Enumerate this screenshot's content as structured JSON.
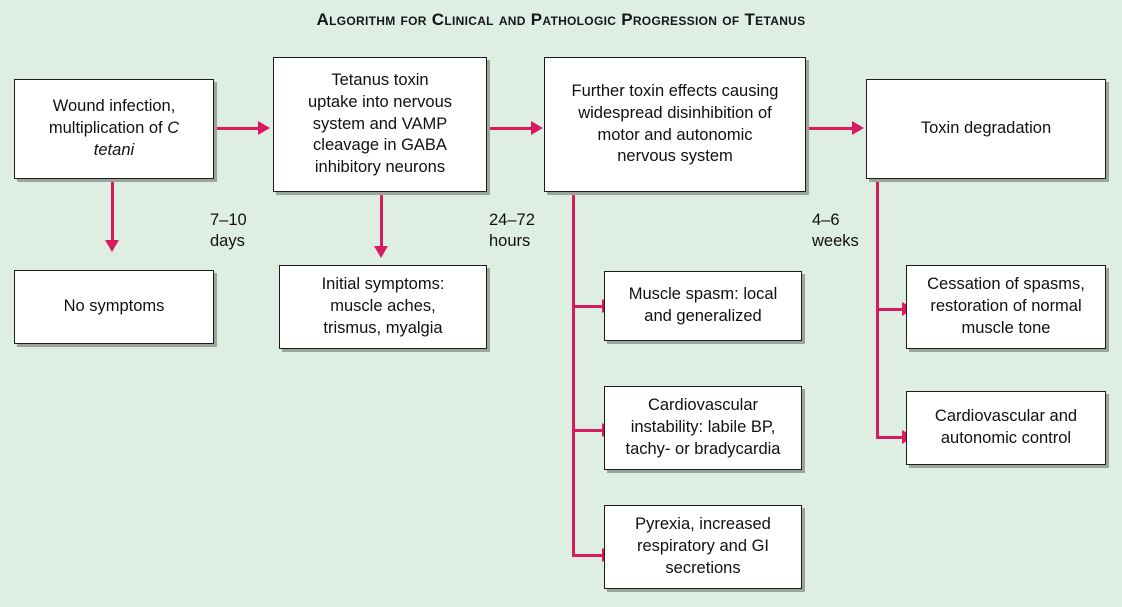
{
  "title": "Algorithm for Clinical and Pathologic Progression of Tetanus",
  "theme": {
    "background": "#dfeee2",
    "box_fill": "#ffffff",
    "box_border": "#1c1c1c",
    "box_shadow": "#9aa59c",
    "arrow_color": "#d81b5e",
    "text_color": "#101010"
  },
  "boxes": {
    "wound_infection": {
      "line1": "Wound infection,",
      "line2": "multiplication of ",
      "line2_italic": "C",
      "line3_italic": "tetani"
    },
    "no_symptoms": {
      "text": "No symptoms"
    },
    "tetanus_toxin": {
      "line1": "Tetanus toxin",
      "line2": "uptake into nervous",
      "line3": "system and VAMP",
      "line4": "cleavage in GABA",
      "line5": "inhibitory neurons"
    },
    "initial_symptoms": {
      "line1": "Initial symptoms:",
      "line2": "muscle aches,",
      "line3": "trismus, myalgia"
    },
    "further_toxin": {
      "line1": "Further toxin effects causing",
      "line2": "widespread disinhibition of",
      "line3": "motor and autonomic",
      "line4": "nervous system"
    },
    "muscle_spasm": {
      "line1": "Muscle spasm: local",
      "line2": "and generalized"
    },
    "cardiovascular_instability": {
      "line1": "Cardiovascular",
      "line2": "instability: labile BP,",
      "line3": "tachy- or bradycardia"
    },
    "pyrexia": {
      "line1": "Pyrexia, increased",
      "line2": "respiratory and GI",
      "line3": "secretions"
    },
    "toxin_degradation": {
      "text": "Toxin degradation"
    },
    "cessation_spasms": {
      "line1": "Cessation of spasms,",
      "line2": "restoration of normal",
      "line3": "muscle tone"
    },
    "cardiovascular_control": {
      "line1": "Cardiovascular and",
      "line2": "autonomic control"
    }
  },
  "timings": {
    "days_7_10": "7–10\ndays",
    "hours_24_72": "24–72\nhours",
    "weeks_4_6": "4–6\nweeks"
  }
}
